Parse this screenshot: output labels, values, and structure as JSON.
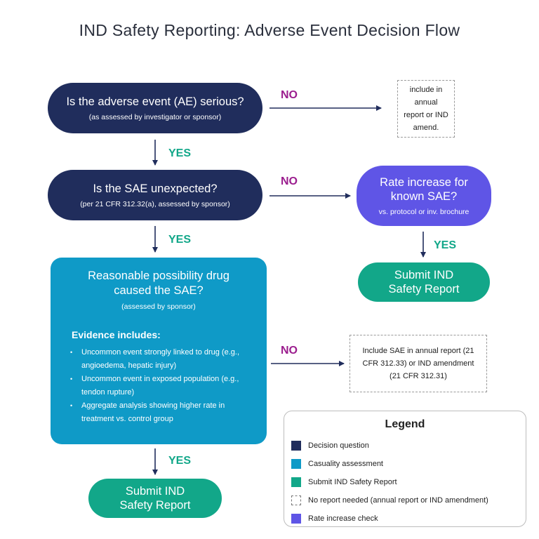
{
  "title": "IND Safety Reporting: Adverse Event Decision Flow",
  "q1": {
    "main": "Is the adverse event (AE) serious?",
    "sub": "(as assessed by investigator or sponsor)"
  },
  "q2": {
    "main": "Is the SAE unexpected?",
    "sub": "(per 21 CFR 312.32(a), assessed by sponsor)"
  },
  "causal": {
    "title": "Reasonable possibility drug caused the SAE?",
    "sub": "(assessed by sponsor)",
    "evidence_heading": "Evidence includes:",
    "evidence": [
      "Uncommon event strongly linked to drug (e.g., angioedema, hepatic injury)",
      "Uncommon event in exposed population (e.g., tendon rupture)",
      "Aggregate analysis showing higher rate in treatment vs. control group"
    ]
  },
  "rate": {
    "main": "Rate increase for known SAE?",
    "sub": "vs. protocol or inv. brochure"
  },
  "submit_right": "Submit IND Safety Report",
  "submit_bottom": "Submit IND Safety Report",
  "no_report_1": "include in annual report or IND amend.",
  "no_report_2": "Include SAE in annual report (21 CFR 312.33) or IND amendment (21 CFR 312.31)",
  "labels": {
    "no": "NO",
    "yes": "YES"
  },
  "legend": {
    "title": "Legend",
    "items": [
      {
        "label": "Decision question",
        "color": "#202d5c",
        "style": "solid"
      },
      {
        "label": "Casuality assessment",
        "color": "#0f9ac7",
        "style": "solid"
      },
      {
        "label": "Submit IND Safety Report",
        "color": "#12a789",
        "style": "solid"
      },
      {
        "label": "No report needed (annual report or IND amendment)",
        "color": "#ffffff",
        "style": "dashed"
      },
      {
        "label": "Rate increase check",
        "color": "#5f55e6",
        "style": "solid"
      }
    ]
  },
  "colors": {
    "navy": "#202d5c",
    "teal": "#0f9ac7",
    "green": "#12a789",
    "purple": "#5f55e6",
    "no_label": "#9b1d8e",
    "arrow": "#202d5c"
  }
}
